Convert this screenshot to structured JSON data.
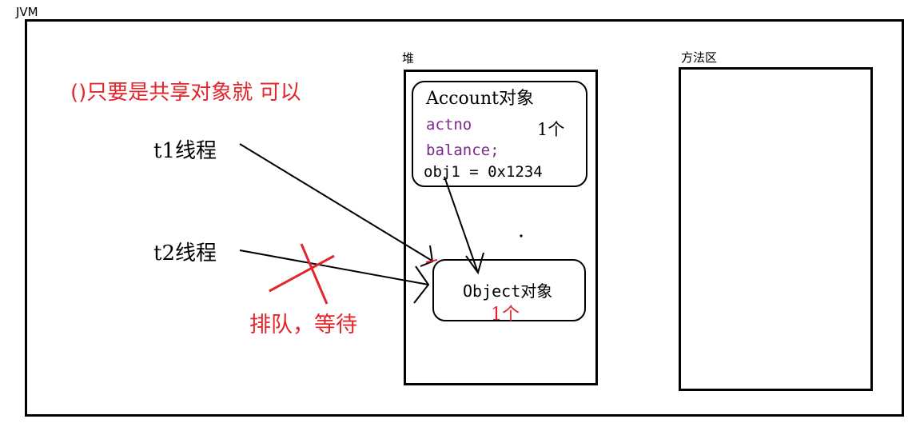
{
  "jvm_label": "JVM",
  "heap_label": "堆",
  "method_area_label": "方法区",
  "note_text": "()只要是共享对象就 可以",
  "thread1_label": "t1线程",
  "thread2_label": "t2线程",
  "wait_label": "排队，等待",
  "account_object": {
    "title": "Account对象",
    "field1": "actno",
    "field2": "balance;",
    "field3": "obj1 = 0x1234",
    "count": "1个"
  },
  "object_object": {
    "title": "Object对象",
    "count": "1个"
  },
  "colors": {
    "stroke": "#000000",
    "annotation_red": "#e3262b",
    "field_purple": "#7a2a8a"
  }
}
